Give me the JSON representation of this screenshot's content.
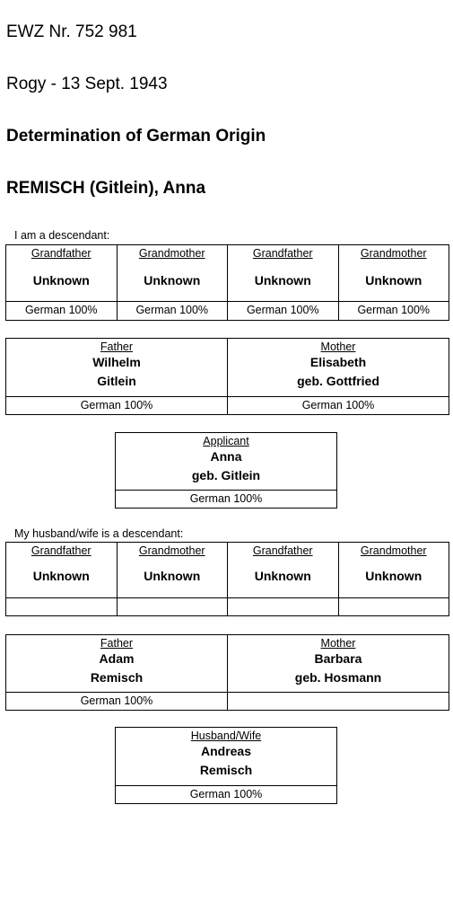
{
  "header": {
    "ewz_number": "EWZ Nr. 752 981",
    "place_date": "Rogy  -  13 Sept. 1943",
    "document_title": "Determination of German Origin",
    "subject_name": "REMISCH (Gitlein), Anna"
  },
  "applicant_side": {
    "caption": "I am a descendant:",
    "grandparents": [
      {
        "role": "Grandfather",
        "name": "Unknown",
        "origin": "German 100%"
      },
      {
        "role": "Grandmother",
        "name": "Unknown",
        "origin": "German 100%"
      },
      {
        "role": "Grandfather",
        "name": "Unknown",
        "origin": "German 100%"
      },
      {
        "role": "Grandmother",
        "name": "Unknown",
        "origin": "German 100%"
      }
    ],
    "father": {
      "role": "Father",
      "name_line1": "Wilhelm",
      "name_line2": "Gitlein",
      "origin": "German 100%"
    },
    "mother": {
      "role": "Mother",
      "name_line1": "Elisabeth",
      "name_line2": "geb. Gottfried",
      "origin": "German 100%"
    },
    "person": {
      "role": "Applicant",
      "name_line1": "Anna",
      "name_line2": "geb. Gitlein",
      "origin": "German 100%"
    }
  },
  "spouse_side": {
    "caption": "My husband/wife is a descendant:",
    "grandparents": [
      {
        "role": "Grandfather",
        "name": "Unknown",
        "origin": ""
      },
      {
        "role": "Grandmother",
        "name": "Unknown",
        "origin": ""
      },
      {
        "role": "Grandfather",
        "name": "Unknown",
        "origin": ""
      },
      {
        "role": "Grandmother",
        "name": "Unknown",
        "origin": ""
      }
    ],
    "father": {
      "role": "Father",
      "name_line1": "Adam",
      "name_line2": "Remisch",
      "origin": "German 100%"
    },
    "mother": {
      "role": "Mother",
      "name_line1": "Barbara",
      "name_line2": "geb. Hosmann",
      "origin": ""
    },
    "person": {
      "role": "Husband/Wife",
      "name_line1": "Andreas",
      "name_line2": "Remisch",
      "origin": "German 100%"
    }
  }
}
